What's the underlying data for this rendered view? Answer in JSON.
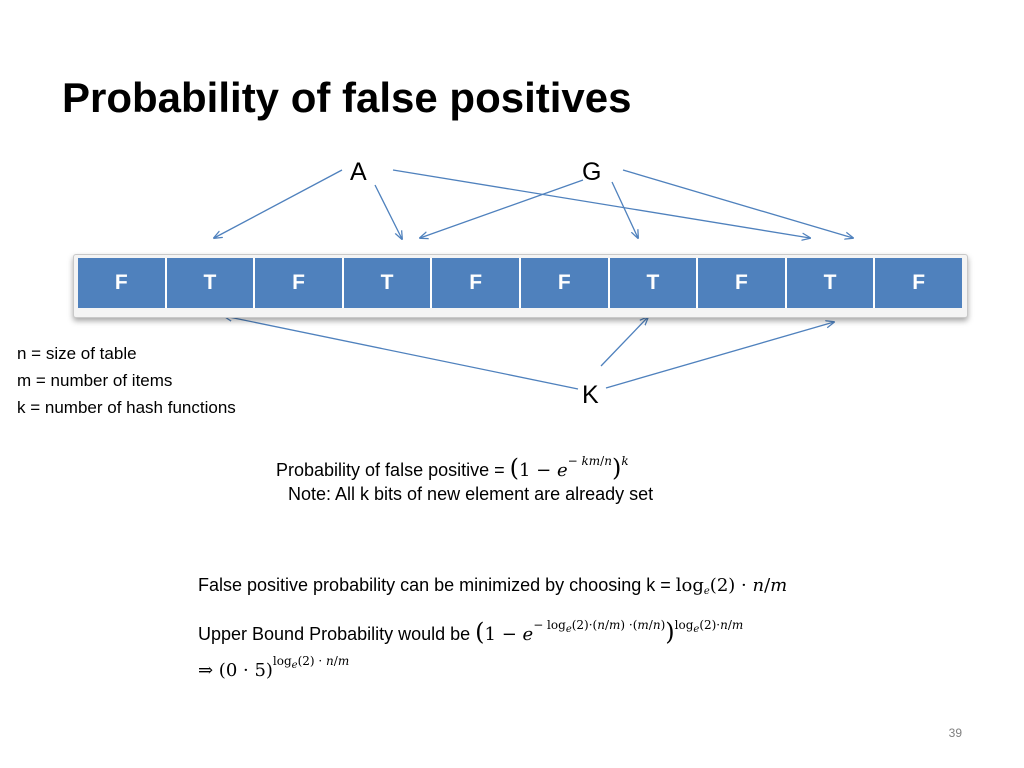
{
  "slide": {
    "title": "Probability of false positives",
    "page_number": "39"
  },
  "nodes": {
    "a": "A",
    "g": "G",
    "k": "K"
  },
  "bit_table": [
    "F",
    "T",
    "F",
    "T",
    "F",
    "F",
    "T",
    "F",
    "T",
    "F"
  ],
  "legend": {
    "n": "n = size of table",
    "m": "m = number of items",
    "k": "k = number of hash functions"
  },
  "false_positive": {
    "label": "Probability of false positive = ",
    "note": "Note: All k bits of new element are already set"
  },
  "optimization": {
    "minimize_label": "False positive probability can be minimized by choosing k = ",
    "upper_bound_label": "Upper Bound Probability would be "
  },
  "colors": {
    "cell_fill": "#4f81bd",
    "arrow": "#4f81bd"
  }
}
